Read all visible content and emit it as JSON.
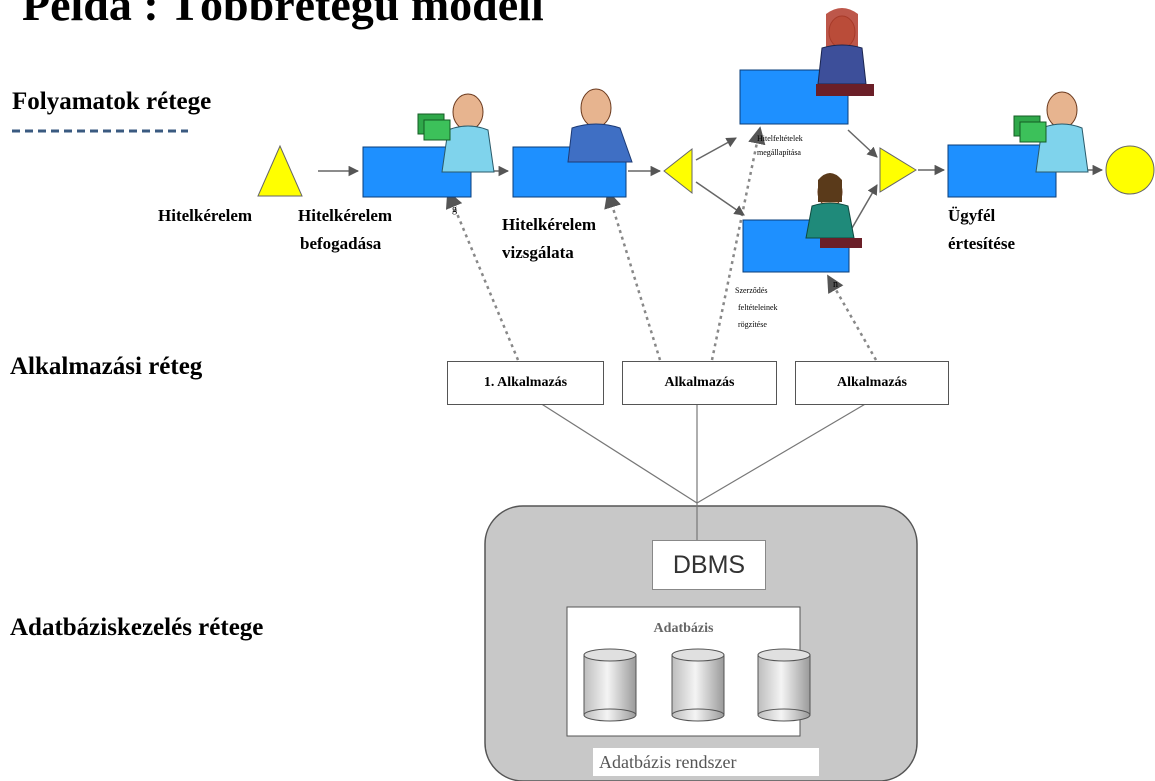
{
  "title": "Példa : Többrétegű modell",
  "layers": {
    "process": "Folyamatok rétege",
    "application": "Alkalmazási réteg",
    "database": "Adatbáziskezelés rétege"
  },
  "process_steps": {
    "start_label": "Hitelkérelem",
    "step1_line1": "Hitelkérelem",
    "step1_line2": "befogadása",
    "step1_mark": "g",
    "step2_line1": "Hitelkérelem",
    "step2_line2": "vizsgálata",
    "step3_line1": "Hitelfeltételek",
    "step3_line2": "megállapítása",
    "step4_line1": "Szerződés",
    "step4_line2": "feltételeinek",
    "step4_line3": "rögzítése",
    "step4_mark": "n",
    "step5_line1": "Ügyfél",
    "step5_line2": "értesítése"
  },
  "applications": [
    "1. Alkalmazás",
    "Alkalmazás",
    "Alkalmazás"
  ],
  "database": {
    "dbms": "DBMS",
    "db": "Adatbázis",
    "system": "Adatbázis rendszer"
  },
  "colors": {
    "task_fill": "#1e90ff",
    "gateway_fill": "#ffff00",
    "system_fill": "#c8c8c8"
  }
}
